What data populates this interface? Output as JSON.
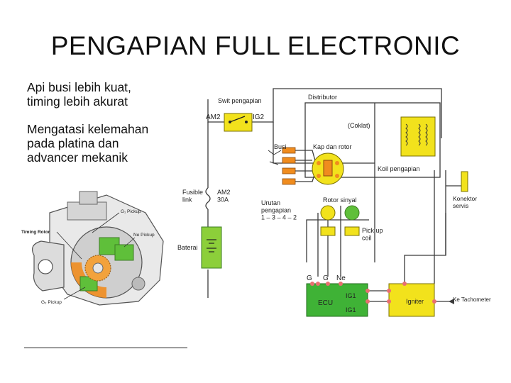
{
  "slide": {
    "title": "PENGAPIAN FULL ELECTRONIC",
    "bullets": [
      "Api busi lebih kuat,\ntiming lebih akurat",
      "Mengatasi kelemahan\npada platina dan\nadvancer mekanik"
    ]
  },
  "pickup_figure": {
    "g1": "G₁ Pickup",
    "ne": "Ne Pickup",
    "g2": "G₂ Pickup",
    "rotor": "Timing Rotor"
  },
  "circuit": {
    "switch": "Swit pengapian",
    "am2": "AM2",
    "ig2": "IG2",
    "distributor": "Distributor",
    "coklat": "(Coklat)",
    "busi": "Busi",
    "kap_rotor": "Kap dan rotor",
    "koil": "Koil pengapian",
    "konektor": "Konektor\nservis",
    "fusible": "Fusible\nlink",
    "fuse": "AM2\n30A",
    "rotor_sinyal": "Rotor sinyal",
    "urutan": "Urutan\npengapian\n1 – 3 – 4 – 2",
    "pickup_coil": "Pick up\ncoil",
    "baterai": "Baterai",
    "g_minus": "G",
    "g": "G",
    "ne": "Ne",
    "ecu": "ECU",
    "ig1a": "IG1",
    "ig1b": "IG1",
    "igniter": "Igniter",
    "tacho": "Ke Tachometer"
  },
  "colors": {
    "yellow": "#f2e21c",
    "green": "#3fb236",
    "orange": "#f08c1e",
    "wire": "#3a3a3a"
  }
}
